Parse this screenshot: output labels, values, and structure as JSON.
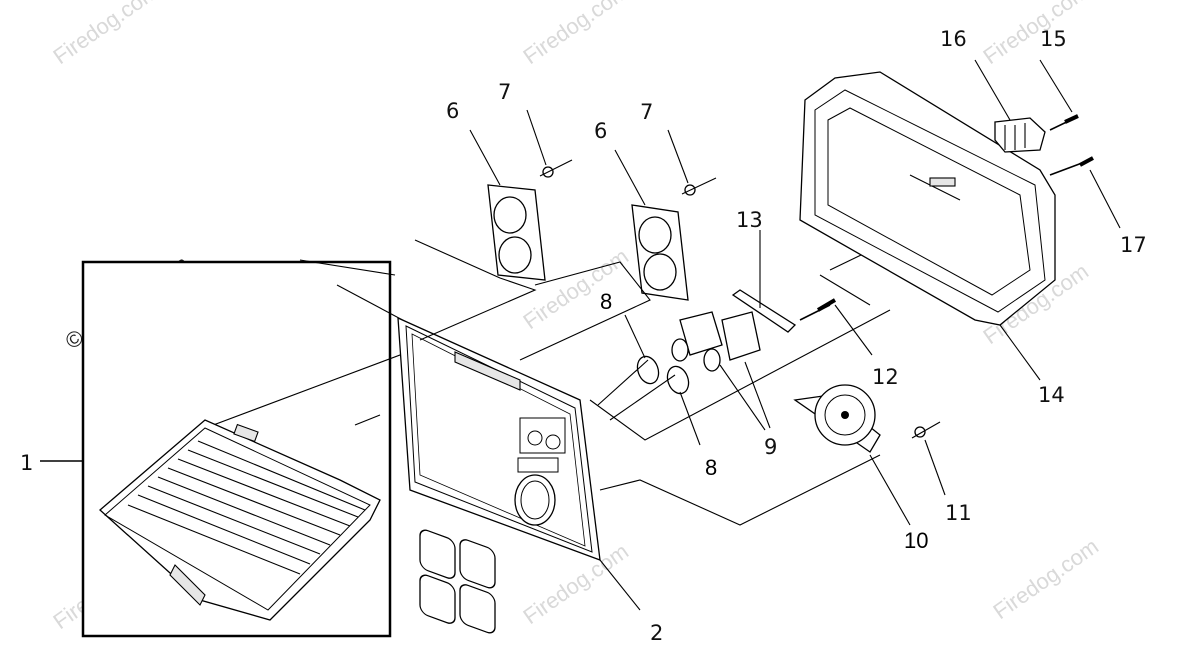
{
  "watermark": {
    "text": "Firedog.com",
    "callout_text": "© Firedog.com"
  },
  "callouts": [
    {
      "id": "1",
      "text": "1"
    },
    {
      "id": "2",
      "text": "2"
    },
    {
      "id": "6a",
      "text": "6"
    },
    {
      "id": "6b",
      "text": "6"
    },
    {
      "id": "7a",
      "text": "7"
    },
    {
      "id": "7b",
      "text": "7"
    },
    {
      "id": "8a",
      "text": "8"
    },
    {
      "id": "8b",
      "text": "8"
    },
    {
      "id": "9",
      "text": "9"
    },
    {
      "id": "10",
      "text": "10"
    },
    {
      "id": "11",
      "text": "11"
    },
    {
      "id": "12",
      "text": "12"
    },
    {
      "id": "13",
      "text": "13"
    },
    {
      "id": "14",
      "text": "14"
    },
    {
      "id": "15",
      "text": "15"
    },
    {
      "id": "16",
      "text": "16"
    },
    {
      "id": "17",
      "text": "17"
    }
  ]
}
